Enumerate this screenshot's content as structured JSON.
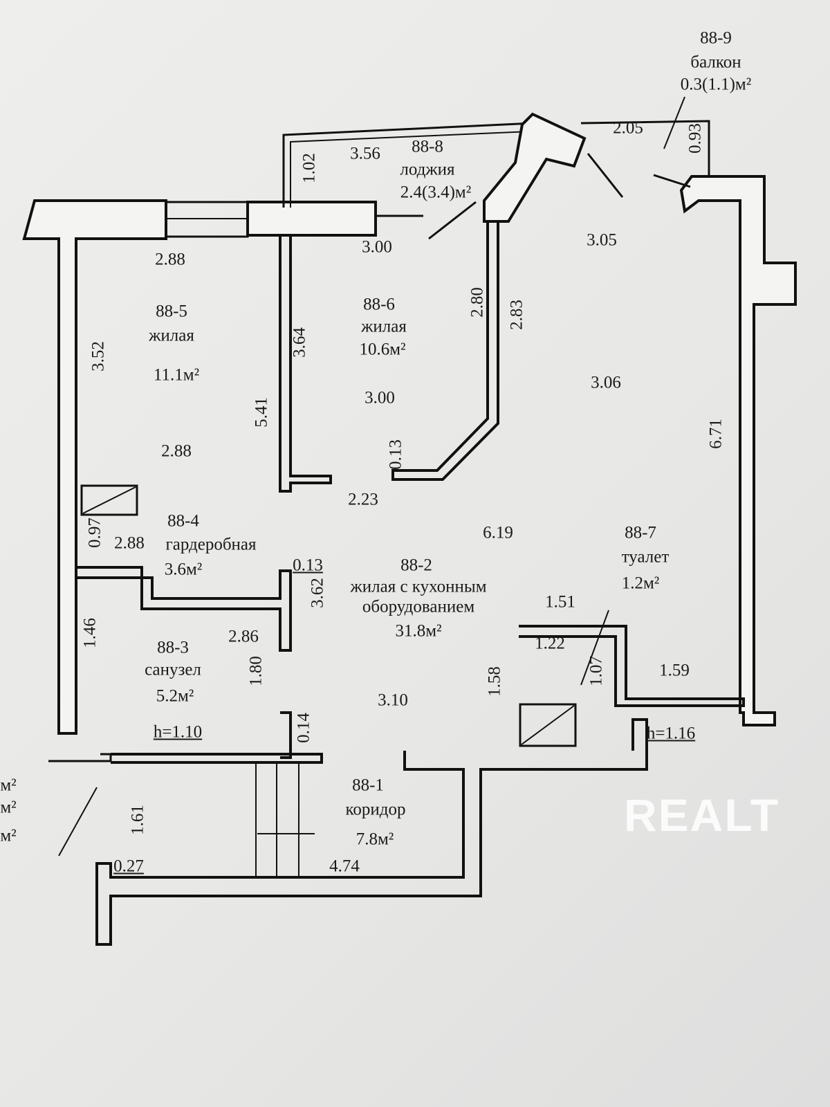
{
  "rooms": {
    "r889": {
      "id": "88-9",
      "name": "балкон",
      "area": "0.3(1.1)м²"
    },
    "r888": {
      "id": "88-8",
      "name": "лоджия",
      "area": "2.4(3.4)м²"
    },
    "r885": {
      "id": "88-5",
      "name": "жилая",
      "area": "11.1м²"
    },
    "r886": {
      "id": "88-6",
      "name": "жилая",
      "area": "10.6м²"
    },
    "r884": {
      "id": "88-4",
      "name": "гардеробная",
      "area": "3.6м²"
    },
    "r882": {
      "id": "88-2",
      "name1": "жилая с кухонным",
      "name2": "оборудованием",
      "area": "31.8м²"
    },
    "r887": {
      "id": "88-7",
      "name": "туалет",
      "area": "1.2м²"
    },
    "r883": {
      "id": "88-3",
      "name": "санузел",
      "area": "5.2м²"
    },
    "r881": {
      "id": "88-1",
      "name": "коридор",
      "area": "7.8м²"
    }
  },
  "partial_left": [
    "м²",
    "м²",
    "м²"
  ],
  "heights": {
    "h1": "h=1.10",
    "h2": "h=1.16"
  },
  "dims": [
    "2.05",
    "0.93",
    "3.56",
    "1.02",
    "2.88",
    "3.00",
    "3.05",
    "3.52",
    "3.64",
    "2.80",
    "2.83",
    "3.06",
    "6.71",
    "5.41",
    "3.00",
    "2.88",
    "0.13",
    "2.23",
    "6.19",
    "0.97",
    "2.88",
    "0.13",
    "3.62",
    "1.51",
    "1.46",
    "2.86",
    "1.22",
    "1.80",
    "1.59",
    "1.58",
    "1.07",
    "3.10",
    "0.14",
    "1.61",
    "0.27",
    "4.74"
  ],
  "watermark": "REALT"
}
